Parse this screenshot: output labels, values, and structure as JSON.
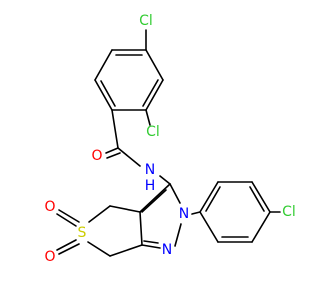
{
  "colors": {
    "bond": "#000000",
    "chlorine": "#33cc33",
    "oxygen": "#ff0000",
    "nitrogen": "#0000ff",
    "sulfur": "#cccc00",
    "background": "#ffffff"
  },
  "atoms": {
    "cl_top": "Cl",
    "cl_ortho": "Cl",
    "cl_right": "Cl",
    "o_carbonyl": "O",
    "nh": "N",
    "h_amide": "H",
    "n_ring": "N",
    "n_imine": "N",
    "s": "S",
    "o_sulfone_top": "O",
    "o_sulfone_bottom": "O"
  }
}
